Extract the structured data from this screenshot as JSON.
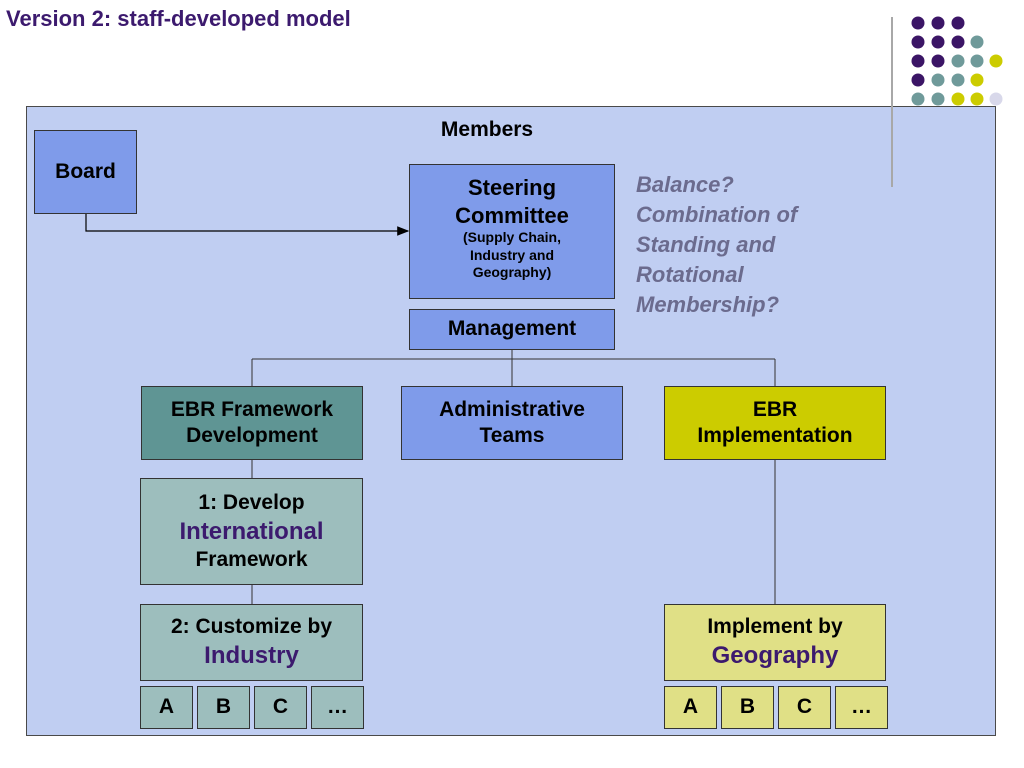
{
  "slide": {
    "title": "Version 2: staff-developed model"
  },
  "members": {
    "label": "Members"
  },
  "board": {
    "label": "Board"
  },
  "steering": {
    "line1": "Steering",
    "line2": "Committee",
    "sub1": "(Supply Chain,",
    "sub2": "Industry and",
    "sub3": "Geography)"
  },
  "management": {
    "label": "Management"
  },
  "ebr_framework": {
    "line1": "EBR Framework",
    "line2": "Development"
  },
  "admin": {
    "line1": "Administrative",
    "line2": "Teams"
  },
  "ebr_implementation": {
    "line1": "EBR",
    "line2": "Implementation"
  },
  "develop": {
    "line1": "1: Develop",
    "accent": "International",
    "line3": "Framework"
  },
  "customize": {
    "line1": "2: Customize by",
    "accent": "Industry"
  },
  "implement": {
    "line1": "Implement by",
    "accent": "Geography"
  },
  "industry_subs": [
    "A",
    "B",
    "C",
    "…"
  ],
  "geography_subs": [
    "A",
    "B",
    "C",
    "…"
  ],
  "balance_note": {
    "lines": [
      "Balance?",
      "Combination of",
      "Standing and",
      "Rotational",
      "Membership?"
    ]
  },
  "colors": {
    "title": "#3c1a6e",
    "panel": "#c0cef2",
    "blue_box": "#7f9bea",
    "teal_box": "#5f9594",
    "light_teal_box": "#9dbebd",
    "yellow_box": "#cccc00",
    "light_yellow_box": "#e0e086",
    "note_text": "#6b6b8e"
  }
}
